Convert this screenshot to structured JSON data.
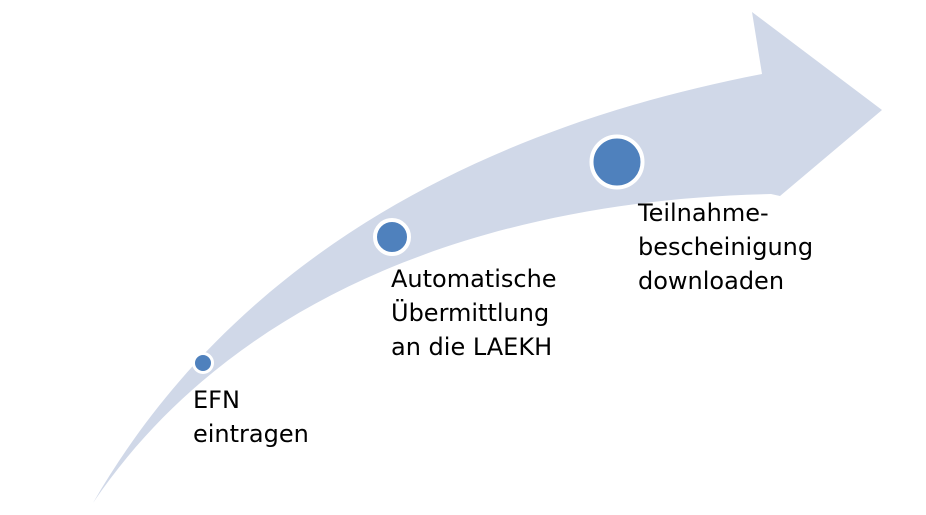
{
  "colors": {
    "arrow_fill": "#d0d8e8",
    "marker_fill": "#4f81bd",
    "marker_stroke": "#ffffff"
  },
  "steps": [
    {
      "lines": [
        "EFN",
        "eintragen"
      ]
    },
    {
      "lines": [
        "Automatische",
        "Übermittlung",
        "an die LAEKH"
      ]
    },
    {
      "lines": [
        "Teilnahme-",
        "bescheinigung",
        "downloaden"
      ]
    }
  ]
}
